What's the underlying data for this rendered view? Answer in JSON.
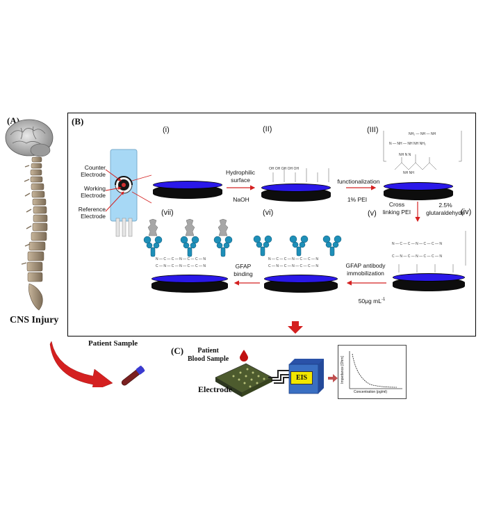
{
  "panels": {
    "a": "(A)",
    "b": "(B)",
    "c": "(C)"
  },
  "cns_injury": "CNS Injury",
  "patient_sample": "Patient Sample",
  "electrode_labels": {
    "counter": "Counter\nElectrode",
    "working": "Working\nElectrode",
    "reference": "Reference\nElectrode"
  },
  "steps": {
    "i": "(i)",
    "ii": "(II)",
    "iii": "(III)",
    "iv": "(iv)",
    "v": "(v)",
    "vi": "(vi)",
    "vii": "(vii)"
  },
  "arrows": {
    "hydrophilic": "Hydrophilic\nsurface",
    "naoh": "NaOH",
    "functionalization": "functionalization",
    "pei": "1% PEI",
    "crosslinking": "Cross\nlinking PEI",
    "glutaraldehyde": "2.5%\nglutaraldehyde",
    "gfap_antibody": "GFAP antibody\nimmobilization",
    "concentration": "50μg mL",
    "concentration_sup": "-1",
    "gfap_binding": "GFAP\nbinding"
  },
  "panel_c": {
    "patient_blood": "Patient\nBlood Sample",
    "electrode": "Electrode",
    "eis": "EIS",
    "y_axis": "Impedance [Ohm]",
    "x_axis": "Concentration (pg/ml)"
  },
  "chem_text": {
    "iii_rows": [
      "NH₂ — NH — NH",
      "N — NH — NH   NH   NH₂",
      "NH  N  N",
      "NH  NH"
    ],
    "ii_rows": [
      "OH  OH  OH  OH  OH"
    ],
    "iv_rows": [
      "N — C — C — N — C — C — N",
      "C — N — C — N — C — C — N"
    ]
  },
  "colors": {
    "disk_top": "#2a18e8",
    "disk_side": "#0d0d0d",
    "arrow_red": "#d42020",
    "antibody": "#1e8fb8",
    "eis_box": "#3a6fc2",
    "eis_label_bg": "#f2e600"
  }
}
